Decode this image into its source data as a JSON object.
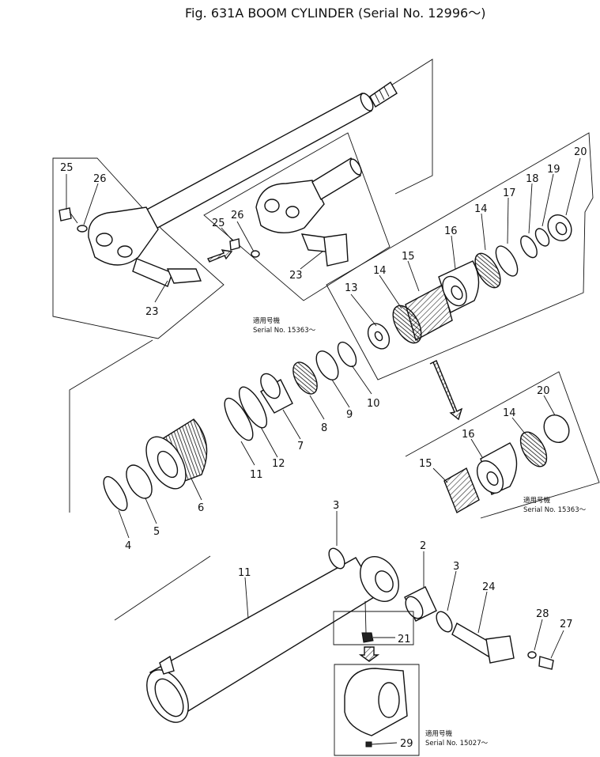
{
  "title": "Fig. 631A  BOOM  CYLINDER  (Serial  No. 12996〜)",
  "notes": {
    "serial_15363_a": [
      "適用号機",
      "Serial No. 15363〜"
    ],
    "serial_15363_b": [
      "適用号機",
      "Serial No. 15363〜"
    ],
    "serial_15027": [
      "適用号機",
      "Serial No. 15027〜"
    ]
  },
  "callouts": [
    {
      "id": "c25a",
      "label": "25"
    },
    {
      "id": "c26a",
      "label": "26"
    },
    {
      "id": "c23a",
      "label": "23"
    },
    {
      "id": "c25b",
      "label": "25"
    },
    {
      "id": "c26b",
      "label": "26"
    },
    {
      "id": "c23b",
      "label": "23"
    },
    {
      "id": "c13",
      "label": "13"
    },
    {
      "id": "c14a",
      "label": "14"
    },
    {
      "id": "c15a",
      "label": "15"
    },
    {
      "id": "c16a",
      "label": "16"
    },
    {
      "id": "c14b",
      "label": "14"
    },
    {
      "id": "c17",
      "label": "17"
    },
    {
      "id": "c18",
      "label": "18"
    },
    {
      "id": "c19",
      "label": "19"
    },
    {
      "id": "c20a",
      "label": "20"
    },
    {
      "id": "c10",
      "label": "10"
    },
    {
      "id": "c9",
      "label": "9"
    },
    {
      "id": "c8",
      "label": "8"
    },
    {
      "id": "c7",
      "label": "7"
    },
    {
      "id": "c12",
      "label": "12"
    },
    {
      "id": "c11a",
      "label": "11"
    },
    {
      "id": "c6",
      "label": "6"
    },
    {
      "id": "c5",
      "label": "5"
    },
    {
      "id": "c4",
      "label": "4"
    },
    {
      "id": "c20b",
      "label": "20"
    },
    {
      "id": "c14c",
      "label": "14"
    },
    {
      "id": "c16b",
      "label": "16"
    },
    {
      "id": "c15b",
      "label": "15"
    },
    {
      "id": "c3a",
      "label": "3"
    },
    {
      "id": "c2",
      "label": "2"
    },
    {
      "id": "c3b",
      "label": "3"
    },
    {
      "id": "c24",
      "label": "24"
    },
    {
      "id": "c11b",
      "label": "11"
    },
    {
      "id": "c21",
      "label": "21"
    },
    {
      "id": "c28",
      "label": "28"
    },
    {
      "id": "c27",
      "label": "27"
    },
    {
      "id": "c29",
      "label": "29"
    }
  ]
}
